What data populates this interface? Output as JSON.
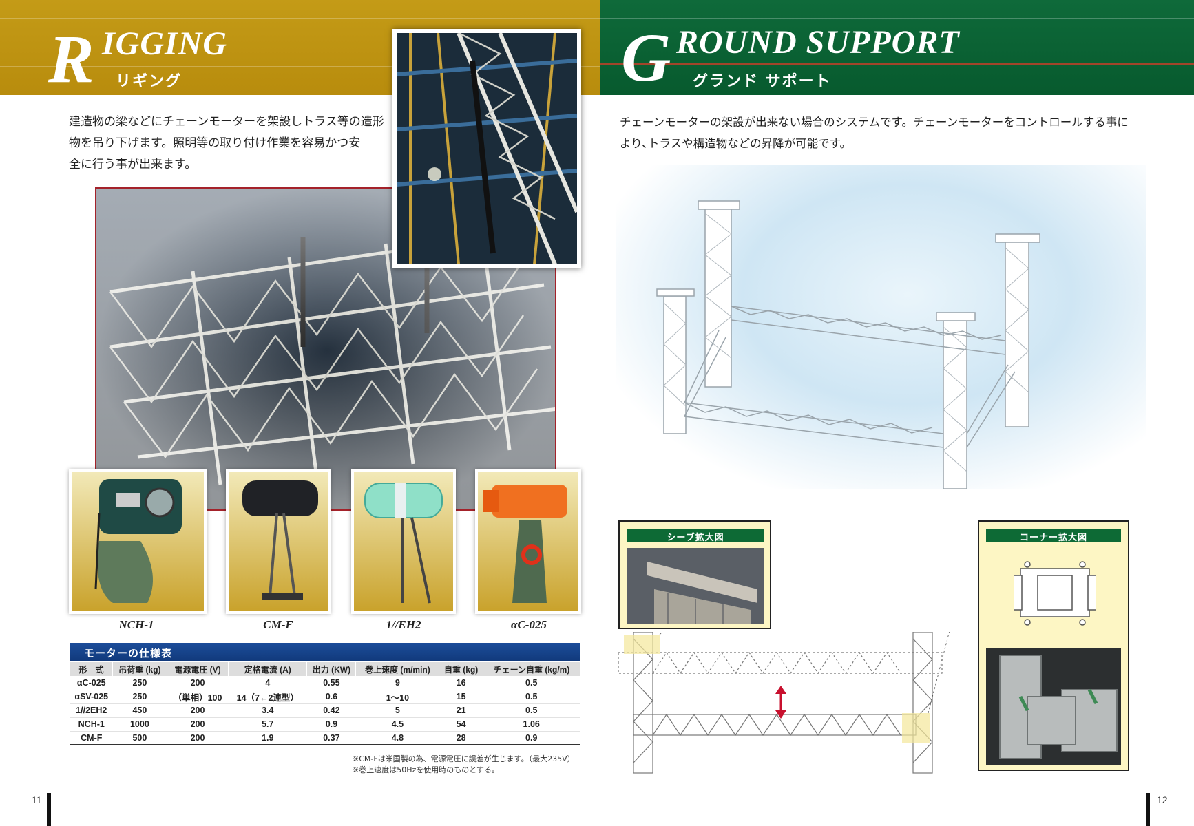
{
  "left_page": {
    "heading": {
      "initial": "R",
      "rest": "IGGING",
      "kana": "リギング"
    },
    "intro_lines": [
      "建造物の梁などにチェーンモーターを架設しトラス等の造形",
      "物を吊り下げます。照明等の取り付け作業を容易かつ安",
      "全に行う事が出来ます。"
    ],
    "hoists": [
      "NCH-1",
      "CM-F",
      "1//EH2",
      "αC-025"
    ],
    "spec_table": {
      "title": "モーターの仕様表",
      "headers": [
        "形　式",
        "吊荷重 (kg)",
        "電源電圧 (V)",
        "定格電流 (A)",
        "出力 (KW)",
        "巻上速度 (m/min)",
        "自重 (kg)",
        "チェーン自重 (kg/m)"
      ],
      "rows": [
        [
          "αC-025",
          "250",
          "200",
          "4",
          "0.55",
          "9",
          "16",
          "0.5"
        ],
        [
          "αSV-025",
          "250",
          "（単相）100",
          "14（7←2連型）",
          "0.6",
          "1〜10",
          "15",
          "0.5"
        ],
        [
          "1//2EH2",
          "450",
          "200",
          "3.4",
          "0.42",
          "5",
          "21",
          "0.5"
        ],
        [
          "NCH-1",
          "1000",
          "200",
          "5.7",
          "0.9",
          "4.5",
          "54",
          "1.06"
        ],
        [
          "CM-F",
          "500",
          "200",
          "1.9",
          "0.37",
          "4.8",
          "28",
          "0.9"
        ]
      ],
      "notes": [
        "※CM-Fは米国製の為、電源電圧に誤差が生じます。（最大235V）",
        "※巻上速度は50Hzを使用時のものとする。"
      ]
    },
    "page_number": "11"
  },
  "right_page": {
    "heading": {
      "initial": "G",
      "rest": "ROUND SUPPORT",
      "kana": "グランド サポート"
    },
    "intro_lines": [
      "チェーンモーターの架設が出来ない場合のシステムです。チェーンモーターをコントロールする事に",
      "より､トラスや構造物などの昇降が可能です。"
    ],
    "detail_sheave_label": "シーブ拡大図",
    "detail_corner_label": "コーナー拡大図",
    "page_number": "12"
  },
  "colors": {
    "rigging_header": "#c49b17",
    "ground_header": "#0f6a3a",
    "table_title": "#1c4d9a",
    "accent_red": "#c8102e",
    "photo_frame": "#a4222a"
  }
}
